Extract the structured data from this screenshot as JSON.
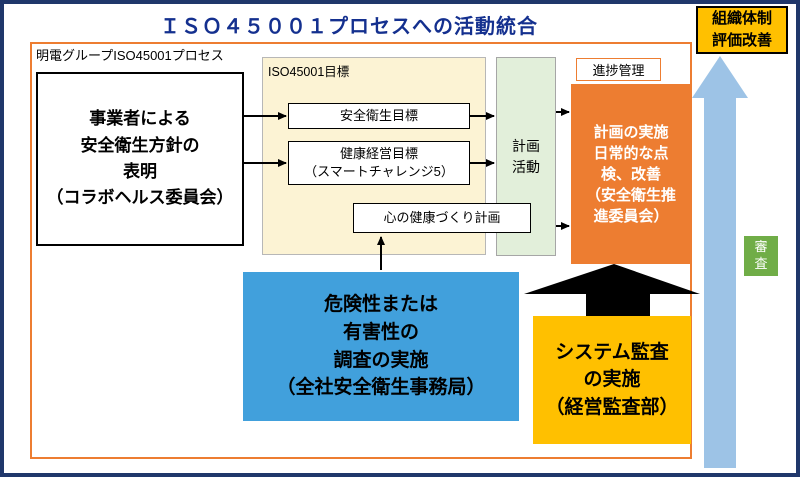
{
  "title": "ＩＳＯ４５００１プロセスへの活動統合",
  "org_box": "組織体制\n評価改善",
  "process_label": "明電グループISO45001プロセス",
  "policy_box": "事業者による\n安全衛生方針の\n表明\n（コラボヘルス委員会）",
  "goals": {
    "label": "ISO45001目標",
    "goal1": "安全衛生目標",
    "goal2": "健康経営目標\n（スマートチャレンジ5）",
    "goal3": "心の健康づくり計画"
  },
  "plan_activity": "計画\n活動",
  "progress_label": "進捗管理",
  "implementation_box": "計画の実施\n日常的な点\n検、改善\n（安全衛生推\n進委員会）",
  "hazard_box": "危険性または\n有害性の\n調査の実施\n（全社安全衛生事務局）",
  "audit_box": "システム監査\nの実施\n（経営監査部）",
  "review_box": "審\n査",
  "colors": {
    "frame_navy": "#20376B",
    "title_blue": "#14308F",
    "process_orange": "#ED7D31",
    "goal_panel_cream": "#FCF3D4",
    "plan_green": "#E2EFDA",
    "impl_orange": "#ED7D31",
    "hazard_blue": "#41A0DC",
    "gold": "#FFC000",
    "review_green": "#70AD47",
    "feedback_band_blue": "#9DC3E6",
    "arrow_black": "#000000"
  }
}
